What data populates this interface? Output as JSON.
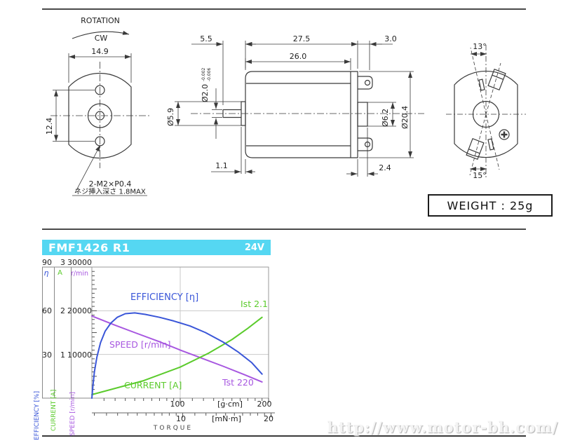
{
  "page": {
    "watermark": "http://www.motor-bh.com/",
    "weight_label": "WEIGHT : 25g"
  },
  "drawing": {
    "front": {
      "rotation": "ROTATION",
      "cw": "CW",
      "width": "14.9",
      "hole_pitch": "12.4",
      "note1": "2-M2×P0.4",
      "note2": "ネジ挿入深さ 1.8MAX"
    },
    "side": {
      "shaft_ext": "5.5",
      "total_len": "27.5",
      "rear_len": "3.0",
      "body_len": "26.0",
      "shaft_dia": "Ø2.0",
      "shaft_tol_hi": "-0.002",
      "shaft_tol_lo": "-0.006",
      "front_boss_dia": "Ø5.9",
      "rear_boss_dia": "Ø6.2",
      "body_dia": "Ø20.4",
      "front_boss_len": "1.1",
      "rear_boss_len": "2.4"
    },
    "rear": {
      "angle_top": "13°",
      "angle_bottom": "15°"
    }
  },
  "chart": {
    "model": "FMF1426 R1",
    "voltage": "24V",
    "colors": {
      "header": "#55d7f2",
      "efficiency": "#3a56d8",
      "current": "#5bcb2c",
      "speed": "#a757e0"
    },
    "y_eff": {
      "sym": "η",
      "t1": "90",
      "t2": "60",
      "t3": "30",
      "axis_label": "EFFICIENCY [%]"
    },
    "y_cur": {
      "sym": "A",
      "t1": "3",
      "t2": "2",
      "t3": "1",
      "axis_label": "CURRENT [A]"
    },
    "y_spd": {
      "sym": "r/min",
      "t1": "30000",
      "t2": "20000",
      "t3": "10000",
      "axis_label": "SPEED [r/min]"
    },
    "x1": {
      "t100": "100",
      "unit": "[g·cm]",
      "t200": "200"
    },
    "x2": {
      "t10": "10",
      "unit": "[mN·m]",
      "t20": "20"
    },
    "xlabel": "TORQUE",
    "labels": {
      "efficiency": "EFFICIENCY [η]",
      "speed": "SPEED [r/min]",
      "current": "CURRENT [A]",
      "ist": "Ist 2.1",
      "tst": "Tst 220"
    }
  },
  "chart_data": {
    "type": "line",
    "title": "FMF1426 R1",
    "voltage": "24V",
    "x_axis": {
      "label": "TORQUE",
      "scale": "log",
      "units": [
        "g·cm",
        "mN·m"
      ],
      "range_gcm": [
        50,
        200
      ],
      "ticks_gcm": [
        100,
        200
      ],
      "ticks_mNm": [
        10,
        20
      ]
    },
    "y_axes": [
      {
        "key": "efficiency",
        "label": "EFFICIENCY [%]",
        "symbol": "η",
        "ticks": [
          30,
          60,
          90
        ],
        "max": 90,
        "color": "#3a56d8"
      },
      {
        "key": "current",
        "label": "CURRENT [A]",
        "symbol": "A",
        "ticks": [
          1,
          2,
          3
        ],
        "max": 3,
        "color": "#5bcb2c"
      },
      {
        "key": "speed",
        "label": "SPEED [r/min]",
        "symbol": "r/min",
        "ticks": [
          10000,
          20000,
          30000
        ],
        "max": 30000,
        "color": "#a757e0"
      }
    ],
    "grid": {
      "x_gcm": [
        100
      ],
      "y_speed": [
        10000,
        20000
      ]
    },
    "series": [
      {
        "name": "SPEED [r/min]",
        "axis": "speed",
        "color": "#a757e0",
        "points": [
          [
            50,
            18800
          ],
          [
            60,
            16700
          ],
          [
            70,
            15000
          ],
          [
            85,
            12900
          ],
          [
            100,
            11000
          ],
          [
            120,
            9000
          ],
          [
            140,
            7300
          ],
          [
            165,
            5400
          ],
          [
            190,
            3700
          ]
        ]
      },
      {
        "name": "CURRENT [A]",
        "axis": "current",
        "color": "#5bcb2c",
        "points": [
          [
            50,
            0.08
          ],
          [
            75,
            0.4
          ],
          [
            100,
            0.71
          ],
          [
            125,
            1.03
          ],
          [
            150,
            1.34
          ],
          [
            170,
            1.6
          ],
          [
            190,
            1.85
          ]
        ]
      },
      {
        "name": "EFFICIENCY [η]",
        "axis": "efficiency",
        "color": "#3a56d8",
        "points": [
          [
            50,
            0
          ],
          [
            50.4,
            8
          ],
          [
            51,
            18
          ],
          [
            52,
            28
          ],
          [
            53.5,
            38
          ],
          [
            55.5,
            46
          ],
          [
            58,
            51.5
          ],
          [
            61,
            55.5
          ],
          [
            65,
            58
          ],
          [
            70,
            58.5
          ],
          [
            76,
            57.5
          ],
          [
            85,
            55.5
          ],
          [
            95,
            53
          ],
          [
            108,
            49.5
          ],
          [
            122,
            45
          ],
          [
            140,
            38.5
          ],
          [
            158,
            31.5
          ],
          [
            175,
            24.5
          ],
          [
            190,
            16.5
          ]
        ]
      }
    ],
    "annotations": [
      {
        "text": "Ist 2.1",
        "meaning": "stall current 2.1 A",
        "color": "#5bcb2c"
      },
      {
        "text": "Tst 220",
        "meaning": "stall torque 220 g·cm",
        "color": "#a757e0"
      }
    ]
  }
}
